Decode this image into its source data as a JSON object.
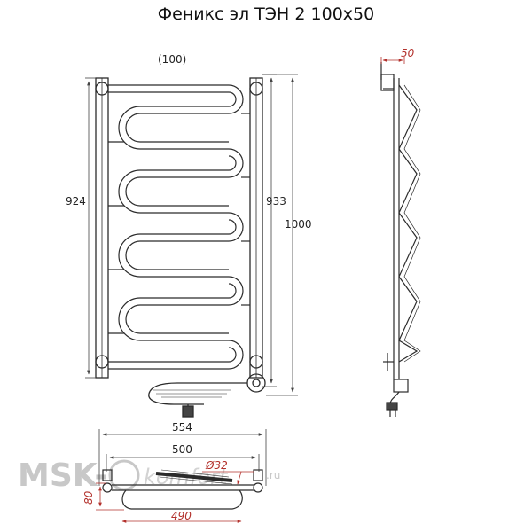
{
  "title": "Феникс эл ТЭН 2 100x50",
  "front_view": {
    "dim_pipe_spacing": "(100)",
    "dim_left_height": "924",
    "dim_center_height": "933",
    "dim_total_height": "1000"
  },
  "side_view": {
    "dim_wall_offset": "50"
  },
  "bottom_view": {
    "dim_total_width": "554",
    "dim_axis_width": "500",
    "dim_pipe_diameter": "Ø32",
    "dim_depth": "80",
    "dim_coil_width": "490"
  },
  "watermark": {
    "brand_left": "MSK-",
    "brand_right": "komfort",
    "domain": ".ru"
  },
  "colors": {
    "line": "#2b2b2b",
    "dim": "#444444",
    "red_dim": "#b3312c",
    "watermark": "#c8c8c8"
  }
}
